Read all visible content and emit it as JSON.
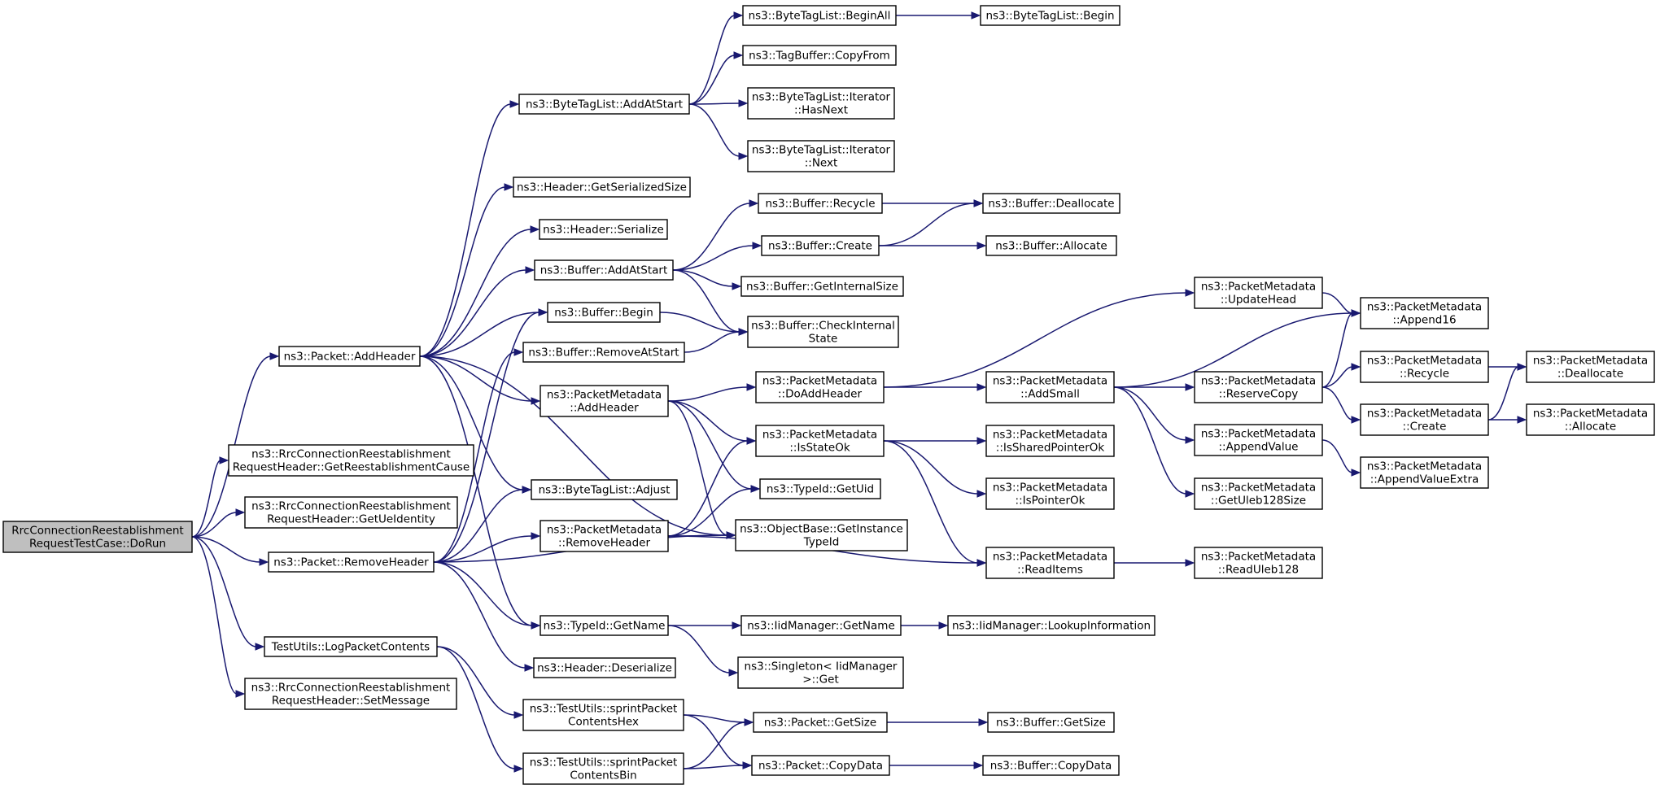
{
  "graph": {
    "colors": {
      "edge": "#191970",
      "node_fill": "#ffffff",
      "root_fill": "#bfbfbf",
      "border": "#000000"
    },
    "nodes": [
      {
        "id": "root",
        "lines": [
          "RrcConnectionReestablishment",
          "RequestTestCase::DoRun"
        ],
        "root": true
      },
      {
        "id": "pkt_addheader",
        "lines": [
          "ns3::Packet::AddHeader"
        ]
      },
      {
        "id": "get_reest_cause",
        "lines": [
          "ns3::RrcConnectionReestablishment",
          "RequestHeader::GetReestablishmentCause"
        ]
      },
      {
        "id": "get_ue_identity",
        "lines": [
          "ns3::RrcConnectionReestablishment",
          "RequestHeader::GetUeIdentity"
        ]
      },
      {
        "id": "pkt_removeheader",
        "lines": [
          "ns3::Packet::RemoveHeader"
        ]
      },
      {
        "id": "logpacket",
        "lines": [
          "TestUtils::LogPacketContents"
        ]
      },
      {
        "id": "setmessage",
        "lines": [
          "ns3::RrcConnectionReestablishment",
          "RequestHeader::SetMessage"
        ]
      },
      {
        "id": "btl_addatstart",
        "lines": [
          "ns3::ByteTagList::AddAtStart"
        ]
      },
      {
        "id": "hdr_getsersize",
        "lines": [
          "ns3::Header::GetSerializedSize"
        ]
      },
      {
        "id": "hdr_serialize",
        "lines": [
          "ns3::Header::Serialize"
        ]
      },
      {
        "id": "buf_addatstart",
        "lines": [
          "ns3::Buffer::AddAtStart"
        ]
      },
      {
        "id": "buf_begin",
        "lines": [
          "ns3::Buffer::Begin"
        ]
      },
      {
        "id": "buf_removeatstart",
        "lines": [
          "ns3::Buffer::RemoveAtStart"
        ]
      },
      {
        "id": "pm_addheader",
        "lines": [
          "ns3::PacketMetadata",
          "::AddHeader"
        ]
      },
      {
        "id": "btl_adjust",
        "lines": [
          "ns3::ByteTagList::Adjust"
        ]
      },
      {
        "id": "pm_removeheader",
        "lines": [
          "ns3::PacketMetadata",
          "::RemoveHeader"
        ]
      },
      {
        "id": "typeid_getname",
        "lines": [
          "ns3::TypeId::GetName"
        ]
      },
      {
        "id": "hdr_deserialize",
        "lines": [
          "ns3::Header::Deserialize"
        ]
      },
      {
        "id": "tu_sprinthex",
        "lines": [
          "ns3::TestUtils::sprintPacket",
          "ContentsHex"
        ]
      },
      {
        "id": "tu_sprintbin",
        "lines": [
          "ns3::TestUtils::sprintPacket",
          "ContentsBin"
        ]
      },
      {
        "id": "btl_beginall",
        "lines": [
          "ns3::ByteTagList::BeginAll"
        ]
      },
      {
        "id": "tb_copyfrom",
        "lines": [
          "ns3::TagBuffer::CopyFrom"
        ]
      },
      {
        "id": "btl_it_hasnext",
        "lines": [
          "ns3::ByteTagList::Iterator",
          "::HasNext"
        ]
      },
      {
        "id": "btl_it_next",
        "lines": [
          "ns3::ByteTagList::Iterator",
          "::Next"
        ]
      },
      {
        "id": "buf_recycle",
        "lines": [
          "ns3::Buffer::Recycle"
        ]
      },
      {
        "id": "buf_create",
        "lines": [
          "ns3::Buffer::Create"
        ]
      },
      {
        "id": "buf_getinternalsize",
        "lines": [
          "ns3::Buffer::GetInternalSize"
        ]
      },
      {
        "id": "buf_checkinternal",
        "lines": [
          "ns3::Buffer::CheckInternal",
          "State"
        ]
      },
      {
        "id": "pm_doaddheader",
        "lines": [
          "ns3::PacketMetadata",
          "::DoAddHeader"
        ]
      },
      {
        "id": "pm_isstateok",
        "lines": [
          "ns3::PacketMetadata",
          "::IsStateOk"
        ]
      },
      {
        "id": "typeid_getuid",
        "lines": [
          "ns3::TypeId::GetUid"
        ]
      },
      {
        "id": "ob_getinstancetypeid",
        "lines": [
          "ns3::ObjectBase::GetInstance",
          "TypeId"
        ]
      },
      {
        "id": "iid_getname",
        "lines": [
          "ns3::IidManager::GetName"
        ]
      },
      {
        "id": "singleton_get",
        "lines": [
          "ns3::Singleton< IidManager",
          ">::Get"
        ]
      },
      {
        "id": "pkt_getsize",
        "lines": [
          "ns3::Packet::GetSize"
        ]
      },
      {
        "id": "pkt_copydata",
        "lines": [
          "ns3::Packet::CopyData"
        ]
      },
      {
        "id": "btl_begin",
        "lines": [
          "ns3::ByteTagList::Begin"
        ]
      },
      {
        "id": "buf_deallocate",
        "lines": [
          "ns3::Buffer::Deallocate"
        ]
      },
      {
        "id": "buf_allocate",
        "lines": [
          "ns3::Buffer::Allocate"
        ]
      },
      {
        "id": "pm_updatehead",
        "lines": [
          "ns3::PacketMetadata",
          "::UpdateHead"
        ]
      },
      {
        "id": "pm_addsmall",
        "lines": [
          "ns3::PacketMetadata",
          "::AddSmall"
        ]
      },
      {
        "id": "pm_issharedptrok",
        "lines": [
          "ns3::PacketMetadata",
          "::IsSharedPointerOk"
        ]
      },
      {
        "id": "pm_ispointerok",
        "lines": [
          "ns3::PacketMetadata",
          "::IsPointerOk"
        ]
      },
      {
        "id": "pm_readitems",
        "lines": [
          "ns3::PacketMetadata",
          "::ReadItems"
        ]
      },
      {
        "id": "iid_lookupinfo",
        "lines": [
          "ns3::IidManager::LookupInformation"
        ]
      },
      {
        "id": "buf_getsize",
        "lines": [
          "ns3::Buffer::GetSize"
        ]
      },
      {
        "id": "buf_copydata",
        "lines": [
          "ns3::Buffer::CopyData"
        ]
      },
      {
        "id": "pm_append16",
        "lines": [
          "ns3::PacketMetadata",
          "::Append16"
        ]
      },
      {
        "id": "pm_reservecopy",
        "lines": [
          "ns3::PacketMetadata",
          "::ReserveCopy"
        ]
      },
      {
        "id": "pm_appendvalue",
        "lines": [
          "ns3::PacketMetadata",
          "::AppendValue"
        ]
      },
      {
        "id": "pm_getuleb128size",
        "lines": [
          "ns3::PacketMetadata",
          "::GetUleb128Size"
        ]
      },
      {
        "id": "pm_readuleb128",
        "lines": [
          "ns3::PacketMetadata",
          "::ReadUleb128"
        ]
      },
      {
        "id": "pm_recycle",
        "lines": [
          "ns3::PacketMetadata",
          "::Recycle"
        ]
      },
      {
        "id": "pm_create",
        "lines": [
          "ns3::PacketMetadata",
          "::Create"
        ]
      },
      {
        "id": "pm_appendvalueextra",
        "lines": [
          "ns3::PacketMetadata",
          "::AppendValueExtra"
        ]
      },
      {
        "id": "pm_deallocate",
        "lines": [
          "ns3::PacketMetadata",
          "::Deallocate"
        ]
      },
      {
        "id": "pm_allocate",
        "lines": [
          "ns3::PacketMetadata",
          "::Allocate"
        ]
      }
    ],
    "edges": [
      [
        "root",
        "pkt_addheader"
      ],
      [
        "root",
        "get_reest_cause"
      ],
      [
        "root",
        "get_ue_identity"
      ],
      [
        "root",
        "pkt_removeheader"
      ],
      [
        "root",
        "logpacket"
      ],
      [
        "root",
        "setmessage"
      ],
      [
        "pkt_addheader",
        "btl_addatstart"
      ],
      [
        "pkt_addheader",
        "hdr_getsersize"
      ],
      [
        "pkt_addheader",
        "hdr_serialize"
      ],
      [
        "pkt_addheader",
        "buf_addatstart"
      ],
      [
        "pkt_addheader",
        "buf_begin"
      ],
      [
        "pkt_addheader",
        "pm_addheader"
      ],
      [
        "pkt_addheader",
        "btl_adjust"
      ],
      [
        "pkt_addheader",
        "ob_getinstancetypeid"
      ],
      [
        "pkt_addheader",
        "typeid_getname"
      ],
      [
        "pkt_removeheader",
        "buf_begin"
      ],
      [
        "pkt_removeheader",
        "buf_removeatstart"
      ],
      [
        "pkt_removeheader",
        "btl_adjust"
      ],
      [
        "pkt_removeheader",
        "pm_removeheader"
      ],
      [
        "pkt_removeheader",
        "ob_getinstancetypeid"
      ],
      [
        "pkt_removeheader",
        "typeid_getname"
      ],
      [
        "pkt_removeheader",
        "hdr_deserialize"
      ],
      [
        "logpacket",
        "tu_sprinthex"
      ],
      [
        "logpacket",
        "tu_sprintbin"
      ],
      [
        "btl_addatstart",
        "btl_beginall"
      ],
      [
        "btl_addatstart",
        "tb_copyfrom"
      ],
      [
        "btl_addatstart",
        "btl_it_hasnext"
      ],
      [
        "btl_addatstart",
        "btl_it_next"
      ],
      [
        "btl_beginall",
        "btl_begin"
      ],
      [
        "buf_addatstart",
        "buf_recycle"
      ],
      [
        "buf_addatstart",
        "buf_create"
      ],
      [
        "buf_addatstart",
        "buf_getinternalsize"
      ],
      [
        "buf_addatstart",
        "buf_checkinternal"
      ],
      [
        "buf_begin",
        "buf_checkinternal"
      ],
      [
        "buf_removeatstart",
        "buf_checkinternal"
      ],
      [
        "buf_recycle",
        "buf_deallocate"
      ],
      [
        "buf_create",
        "buf_deallocate"
      ],
      [
        "buf_create",
        "buf_allocate"
      ],
      [
        "pm_addheader",
        "pm_doaddheader"
      ],
      [
        "pm_addheader",
        "pm_isstateok"
      ],
      [
        "pm_addheader",
        "typeid_getuid"
      ],
      [
        "pm_addheader",
        "ob_getinstancetypeid"
      ],
      [
        "pm_removeheader",
        "pm_isstateok"
      ],
      [
        "pm_removeheader",
        "typeid_getuid"
      ],
      [
        "pm_removeheader",
        "ob_getinstancetypeid"
      ],
      [
        "pm_removeheader",
        "pm_readitems"
      ],
      [
        "typeid_getname",
        "iid_getname"
      ],
      [
        "typeid_getname",
        "singleton_get"
      ],
      [
        "iid_getname",
        "iid_lookupinfo"
      ],
      [
        "tu_sprinthex",
        "pkt_getsize"
      ],
      [
        "tu_sprinthex",
        "pkt_copydata"
      ],
      [
        "tu_sprintbin",
        "pkt_getsize"
      ],
      [
        "tu_sprintbin",
        "pkt_copydata"
      ],
      [
        "pkt_getsize",
        "buf_getsize"
      ],
      [
        "pkt_copydata",
        "buf_copydata"
      ],
      [
        "pm_doaddheader",
        "pm_updatehead"
      ],
      [
        "pm_doaddheader",
        "pm_addsmall"
      ],
      [
        "pm_isstateok",
        "pm_issharedptrok"
      ],
      [
        "pm_isstateok",
        "pm_ispointerok"
      ],
      [
        "pm_isstateok",
        "pm_readitems"
      ],
      [
        "pm_updatehead",
        "pm_append16"
      ],
      [
        "pm_addsmall",
        "pm_append16"
      ],
      [
        "pm_addsmall",
        "pm_reservecopy"
      ],
      [
        "pm_addsmall",
        "pm_appendvalue"
      ],
      [
        "pm_addsmall",
        "pm_getuleb128size"
      ],
      [
        "pm_readitems",
        "pm_readuleb128"
      ],
      [
        "pm_reservecopy",
        "pm_append16"
      ],
      [
        "pm_reservecopy",
        "pm_recycle"
      ],
      [
        "pm_reservecopy",
        "pm_create"
      ],
      [
        "pm_appendvalue",
        "pm_appendvalueextra"
      ],
      [
        "pm_recycle",
        "pm_deallocate"
      ],
      [
        "pm_create",
        "pm_deallocate"
      ],
      [
        "pm_create",
        "pm_allocate"
      ]
    ]
  }
}
